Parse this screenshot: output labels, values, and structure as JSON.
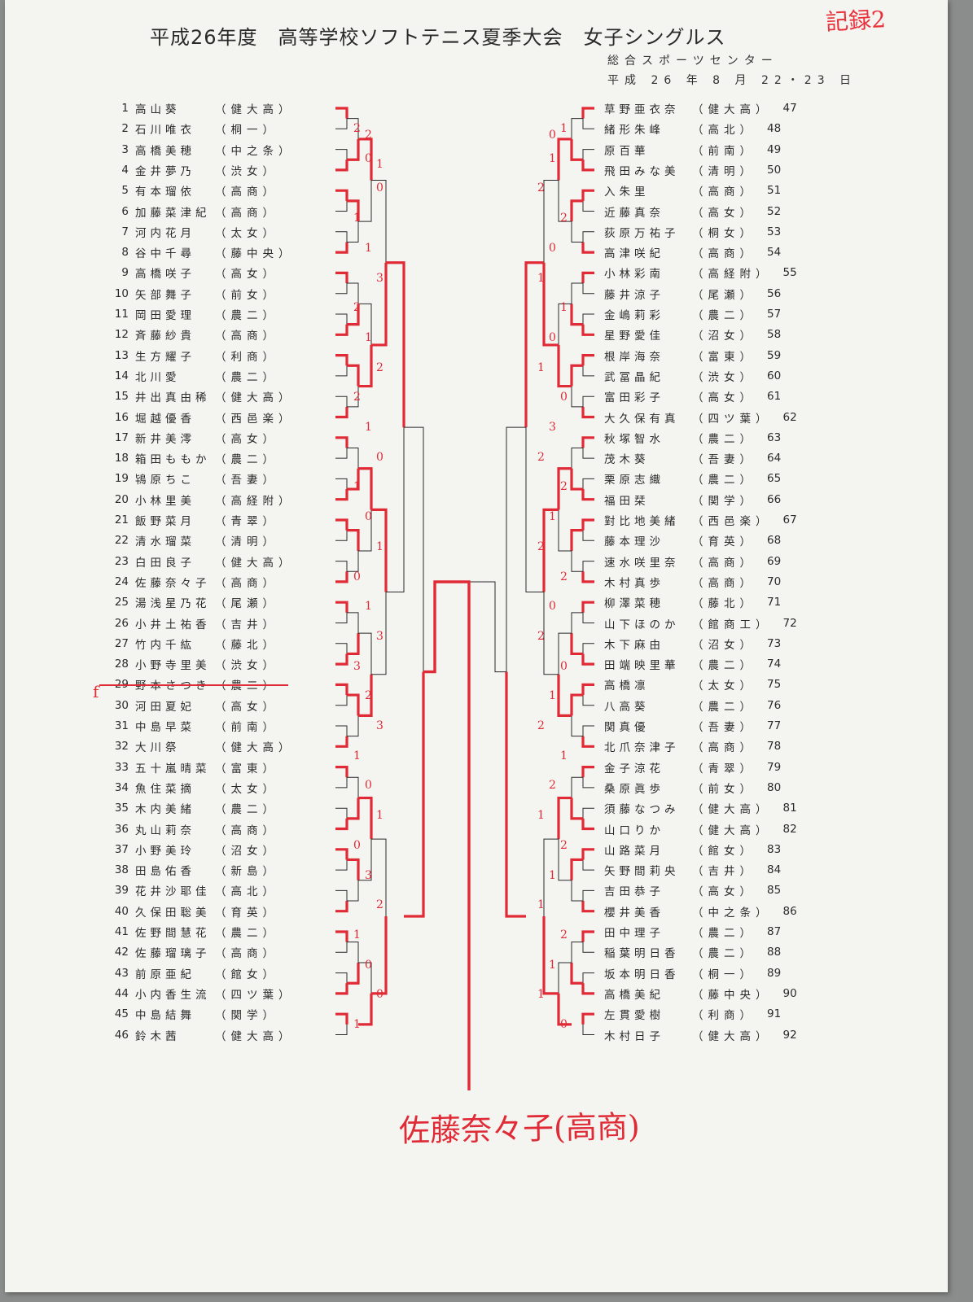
{
  "header": {
    "title": "平成26年度　高等学校ソフトテニス夏季大会　女子シングルス",
    "venue": "総合スポーツセンター",
    "dates": "平成 26 年 8 月 22・23 日",
    "memo": "記録2"
  },
  "left_players": [
    {
      "no": "1",
      "name": "高山葵",
      "school": "健大高"
    },
    {
      "no": "2",
      "name": "石川唯衣",
      "school": "桐一"
    },
    {
      "no": "3",
      "name": "高橋美穂",
      "school": "中之条"
    },
    {
      "no": "4",
      "name": "金井夢乃",
      "school": "渋女"
    },
    {
      "no": "5",
      "name": "有本瑠依",
      "school": "高商"
    },
    {
      "no": "6",
      "name": "加藤菜津紀",
      "school": "高商"
    },
    {
      "no": "7",
      "name": "河内花月",
      "school": "太女"
    },
    {
      "no": "8",
      "name": "谷中千尋",
      "school": "藤中央"
    },
    {
      "no": "9",
      "name": "高橋咲子",
      "school": "高女"
    },
    {
      "no": "10",
      "name": "矢部舞子",
      "school": "前女"
    },
    {
      "no": "11",
      "name": "岡田愛理",
      "school": "農二"
    },
    {
      "no": "12",
      "name": "斉藤紗貴",
      "school": "高商"
    },
    {
      "no": "13",
      "name": "生方耀子",
      "school": "利商"
    },
    {
      "no": "14",
      "name": "北川愛",
      "school": "農二"
    },
    {
      "no": "15",
      "name": "井出真由稀",
      "school": "健大高"
    },
    {
      "no": "16",
      "name": "堀越優香",
      "school": "西邑楽"
    },
    {
      "no": "17",
      "name": "新井美澪",
      "school": "高女"
    },
    {
      "no": "18",
      "name": "箱田ももか",
      "school": "農二"
    },
    {
      "no": "19",
      "name": "鴇原ちこ",
      "school": "吾妻"
    },
    {
      "no": "20",
      "name": "小林里美",
      "school": "高経附"
    },
    {
      "no": "21",
      "name": "飯野菜月",
      "school": "青翠"
    },
    {
      "no": "22",
      "name": "清水瑠菜",
      "school": "清明"
    },
    {
      "no": "23",
      "name": "白田良子",
      "school": "健大高"
    },
    {
      "no": "24",
      "name": "佐藤奈々子",
      "school": "高商"
    },
    {
      "no": "25",
      "name": "湯浅星乃花",
      "school": "尾瀬"
    },
    {
      "no": "26",
      "name": "小井土祐香",
      "school": "吉井"
    },
    {
      "no": "27",
      "name": "竹内千紘",
      "school": "藤北"
    },
    {
      "no": "28",
      "name": "小野寺里美",
      "school": "渋女"
    },
    {
      "no": "29",
      "name": "野本さつき",
      "school": "農二"
    },
    {
      "no": "30",
      "name": "河田夏妃",
      "school": "高女"
    },
    {
      "no": "31",
      "name": "中島早菜",
      "school": "前南"
    },
    {
      "no": "32",
      "name": "大川祭",
      "school": "健大高"
    },
    {
      "no": "33",
      "name": "五十嵐晴菜",
      "school": "富東"
    },
    {
      "no": "34",
      "name": "魚住菜摘",
      "school": "太女"
    },
    {
      "no": "35",
      "name": "木内美緒",
      "school": "農二"
    },
    {
      "no": "36",
      "name": "丸山莉奈",
      "school": "高商"
    },
    {
      "no": "37",
      "name": "小野美玲",
      "school": "沼女"
    },
    {
      "no": "38",
      "name": "田島佑香",
      "school": "新島"
    },
    {
      "no": "39",
      "name": "花井沙耶佳",
      "school": "高北"
    },
    {
      "no": "40",
      "name": "久保田聡美",
      "school": "育英"
    },
    {
      "no": "41",
      "name": "佐野間慧花",
      "school": "農二"
    },
    {
      "no": "42",
      "name": "佐藤瑠璃子",
      "school": "高商"
    },
    {
      "no": "43",
      "name": "前原亜紀",
      "school": "館女"
    },
    {
      "no": "44",
      "name": "小内香生流",
      "school": "四ツ葉"
    },
    {
      "no": "45",
      "name": "中島結舞",
      "school": "関学"
    },
    {
      "no": "46",
      "name": "鈴木茜",
      "school": "健大高"
    }
  ],
  "right_players": [
    {
      "no": "47",
      "name": "草野亜衣奈",
      "school": "健大高"
    },
    {
      "no": "48",
      "name": "緒形朱峰",
      "school": "高北"
    },
    {
      "no": "49",
      "name": "原百華",
      "school": "前南"
    },
    {
      "no": "50",
      "name": "飛田みな美",
      "school": "清明"
    },
    {
      "no": "51",
      "name": "入朱里",
      "school": "高商"
    },
    {
      "no": "52",
      "name": "近藤真奈",
      "school": "高女"
    },
    {
      "no": "53",
      "name": "荻原万祐子",
      "school": "桐女"
    },
    {
      "no": "54",
      "name": "高津咲紀",
      "school": "高商"
    },
    {
      "no": "55",
      "name": "小林彩南",
      "school": "高経附"
    },
    {
      "no": "56",
      "name": "藤井涼子",
      "school": "尾瀬"
    },
    {
      "no": "57",
      "name": "金嶋莉彩",
      "school": "農二"
    },
    {
      "no": "58",
      "name": "星野愛佳",
      "school": "沼女"
    },
    {
      "no": "59",
      "name": "根岸海奈",
      "school": "富東"
    },
    {
      "no": "60",
      "name": "武冨晶紀",
      "school": "渋女"
    },
    {
      "no": "61",
      "name": "富田彩子",
      "school": "高女"
    },
    {
      "no": "62",
      "name": "大久保有真",
      "school": "四ツ葉"
    },
    {
      "no": "63",
      "name": "秋塚智水",
      "school": "農二"
    },
    {
      "no": "64",
      "name": "茂木葵",
      "school": "吾妻"
    },
    {
      "no": "65",
      "name": "栗原志織",
      "school": "農二"
    },
    {
      "no": "66",
      "name": "福田栞",
      "school": "関学"
    },
    {
      "no": "67",
      "name": "對比地美緒",
      "school": "西邑楽"
    },
    {
      "no": "68",
      "name": "藤本理沙",
      "school": "育英"
    },
    {
      "no": "69",
      "name": "速水咲里奈",
      "school": "高商"
    },
    {
      "no": "70",
      "name": "木村真歩",
      "school": "高商"
    },
    {
      "no": "71",
      "name": "柳澤菜穂",
      "school": "藤北"
    },
    {
      "no": "72",
      "name": "山下ほのか",
      "school": "館商工"
    },
    {
      "no": "73",
      "name": "木下麻由",
      "school": "沼女"
    },
    {
      "no": "74",
      "name": "田端映里華",
      "school": "農二"
    },
    {
      "no": "75",
      "name": "高橋凛",
      "school": "太女"
    },
    {
      "no": "76",
      "name": "八高葵",
      "school": "農二"
    },
    {
      "no": "77",
      "name": "関真優",
      "school": "吾妻"
    },
    {
      "no": "78",
      "name": "北爪奈津子",
      "school": "高商"
    },
    {
      "no": "79",
      "name": "金子涼花",
      "school": "青翠"
    },
    {
      "no": "80",
      "name": "桑原眞歩",
      "school": "前女"
    },
    {
      "no": "81",
      "name": "須藤なつみ",
      "school": "健大高"
    },
    {
      "no": "82",
      "name": "山口りか",
      "school": "健大高"
    },
    {
      "no": "83",
      "name": "山路菜月",
      "school": "館女"
    },
    {
      "no": "84",
      "name": "矢野間莉央",
      "school": "吉井"
    },
    {
      "no": "85",
      "name": "吉田恭子",
      "school": "高女"
    },
    {
      "no": "86",
      "name": "櫻井美香",
      "school": "中之条"
    },
    {
      "no": "87",
      "name": "田中理子",
      "school": "農二"
    },
    {
      "no": "88",
      "name": "稲葉明日香",
      "school": "農二"
    },
    {
      "no": "89",
      "name": "坂本明日香",
      "school": "桐一"
    },
    {
      "no": "90",
      "name": "高橋美紀",
      "school": "藤中央"
    },
    {
      "no": "91",
      "name": "左貫愛樹",
      "school": "利商"
    },
    {
      "no": "92",
      "name": "木村日子",
      "school": "健大高"
    }
  ],
  "annotations": {
    "scratch_mark": "f",
    "winner": "佐藤奈々子(高商)",
    "scores": [
      "2",
      "1",
      "0",
      "1",
      "0",
      "2",
      "1",
      "2",
      "1",
      "0",
      "3",
      "1",
      "2",
      "1",
      "1",
      "0",
      "2",
      "1",
      "2",
      "0",
      "1",
      "3",
      "0",
      "2",
      "1",
      "2",
      "0",
      "1",
      "1",
      "2",
      "0",
      "2",
      "1",
      "0",
      "3",
      "2",
      "3",
      "0",
      "2",
      "1",
      "3",
      "2",
      "1",
      "1",
      "0",
      "2",
      "1",
      "1",
      "0",
      "2",
      "3",
      "1",
      "2",
      "1",
      "1",
      "2",
      "0",
      "1",
      "0",
      "1",
      "1",
      "0",
      "2",
      "0",
      "1"
    ]
  },
  "colors": {
    "pen": "#e02a35",
    "print": "#2a2a2a",
    "paper": "#f4f4f1",
    "background": "#8b8d8c"
  }
}
